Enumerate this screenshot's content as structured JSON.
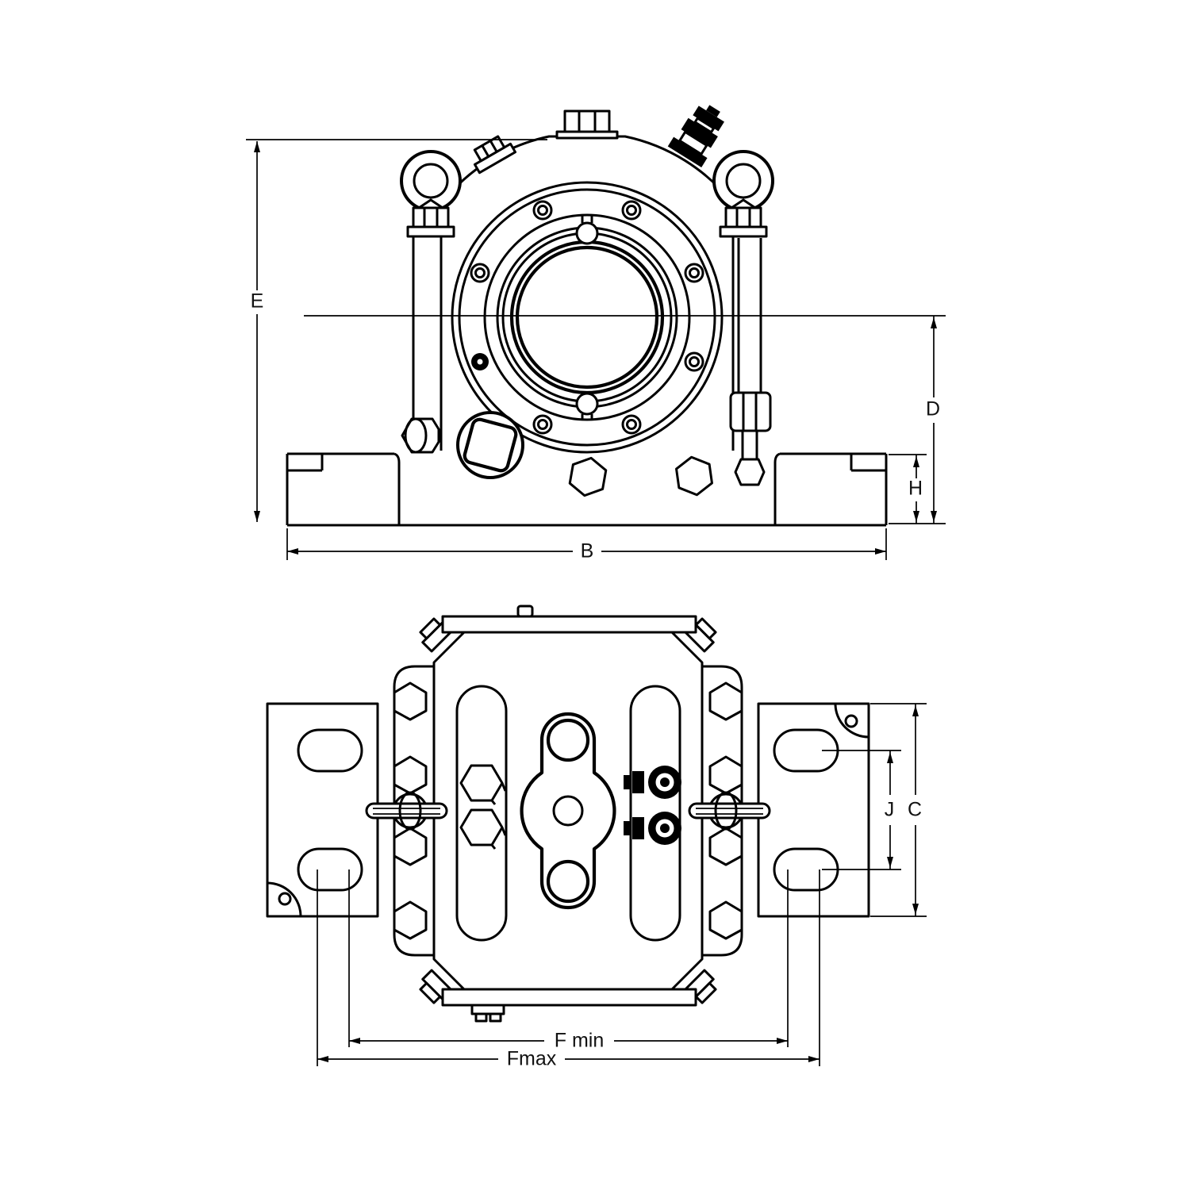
{
  "drawing": {
    "background": "#ffffff",
    "ink": "#000000",
    "views": [
      {
        "id": "front-elevation",
        "description": "front view of pillow block bearing housing"
      },
      {
        "id": "plan-view",
        "description": "top (plan) view of pillow block bearing housing"
      }
    ],
    "dimensions": {
      "E": "E",
      "B": "B",
      "D": "D",
      "H": "H",
      "J": "J",
      "C": "C",
      "F_min": "F min",
      "F_max": "Fmax"
    }
  }
}
